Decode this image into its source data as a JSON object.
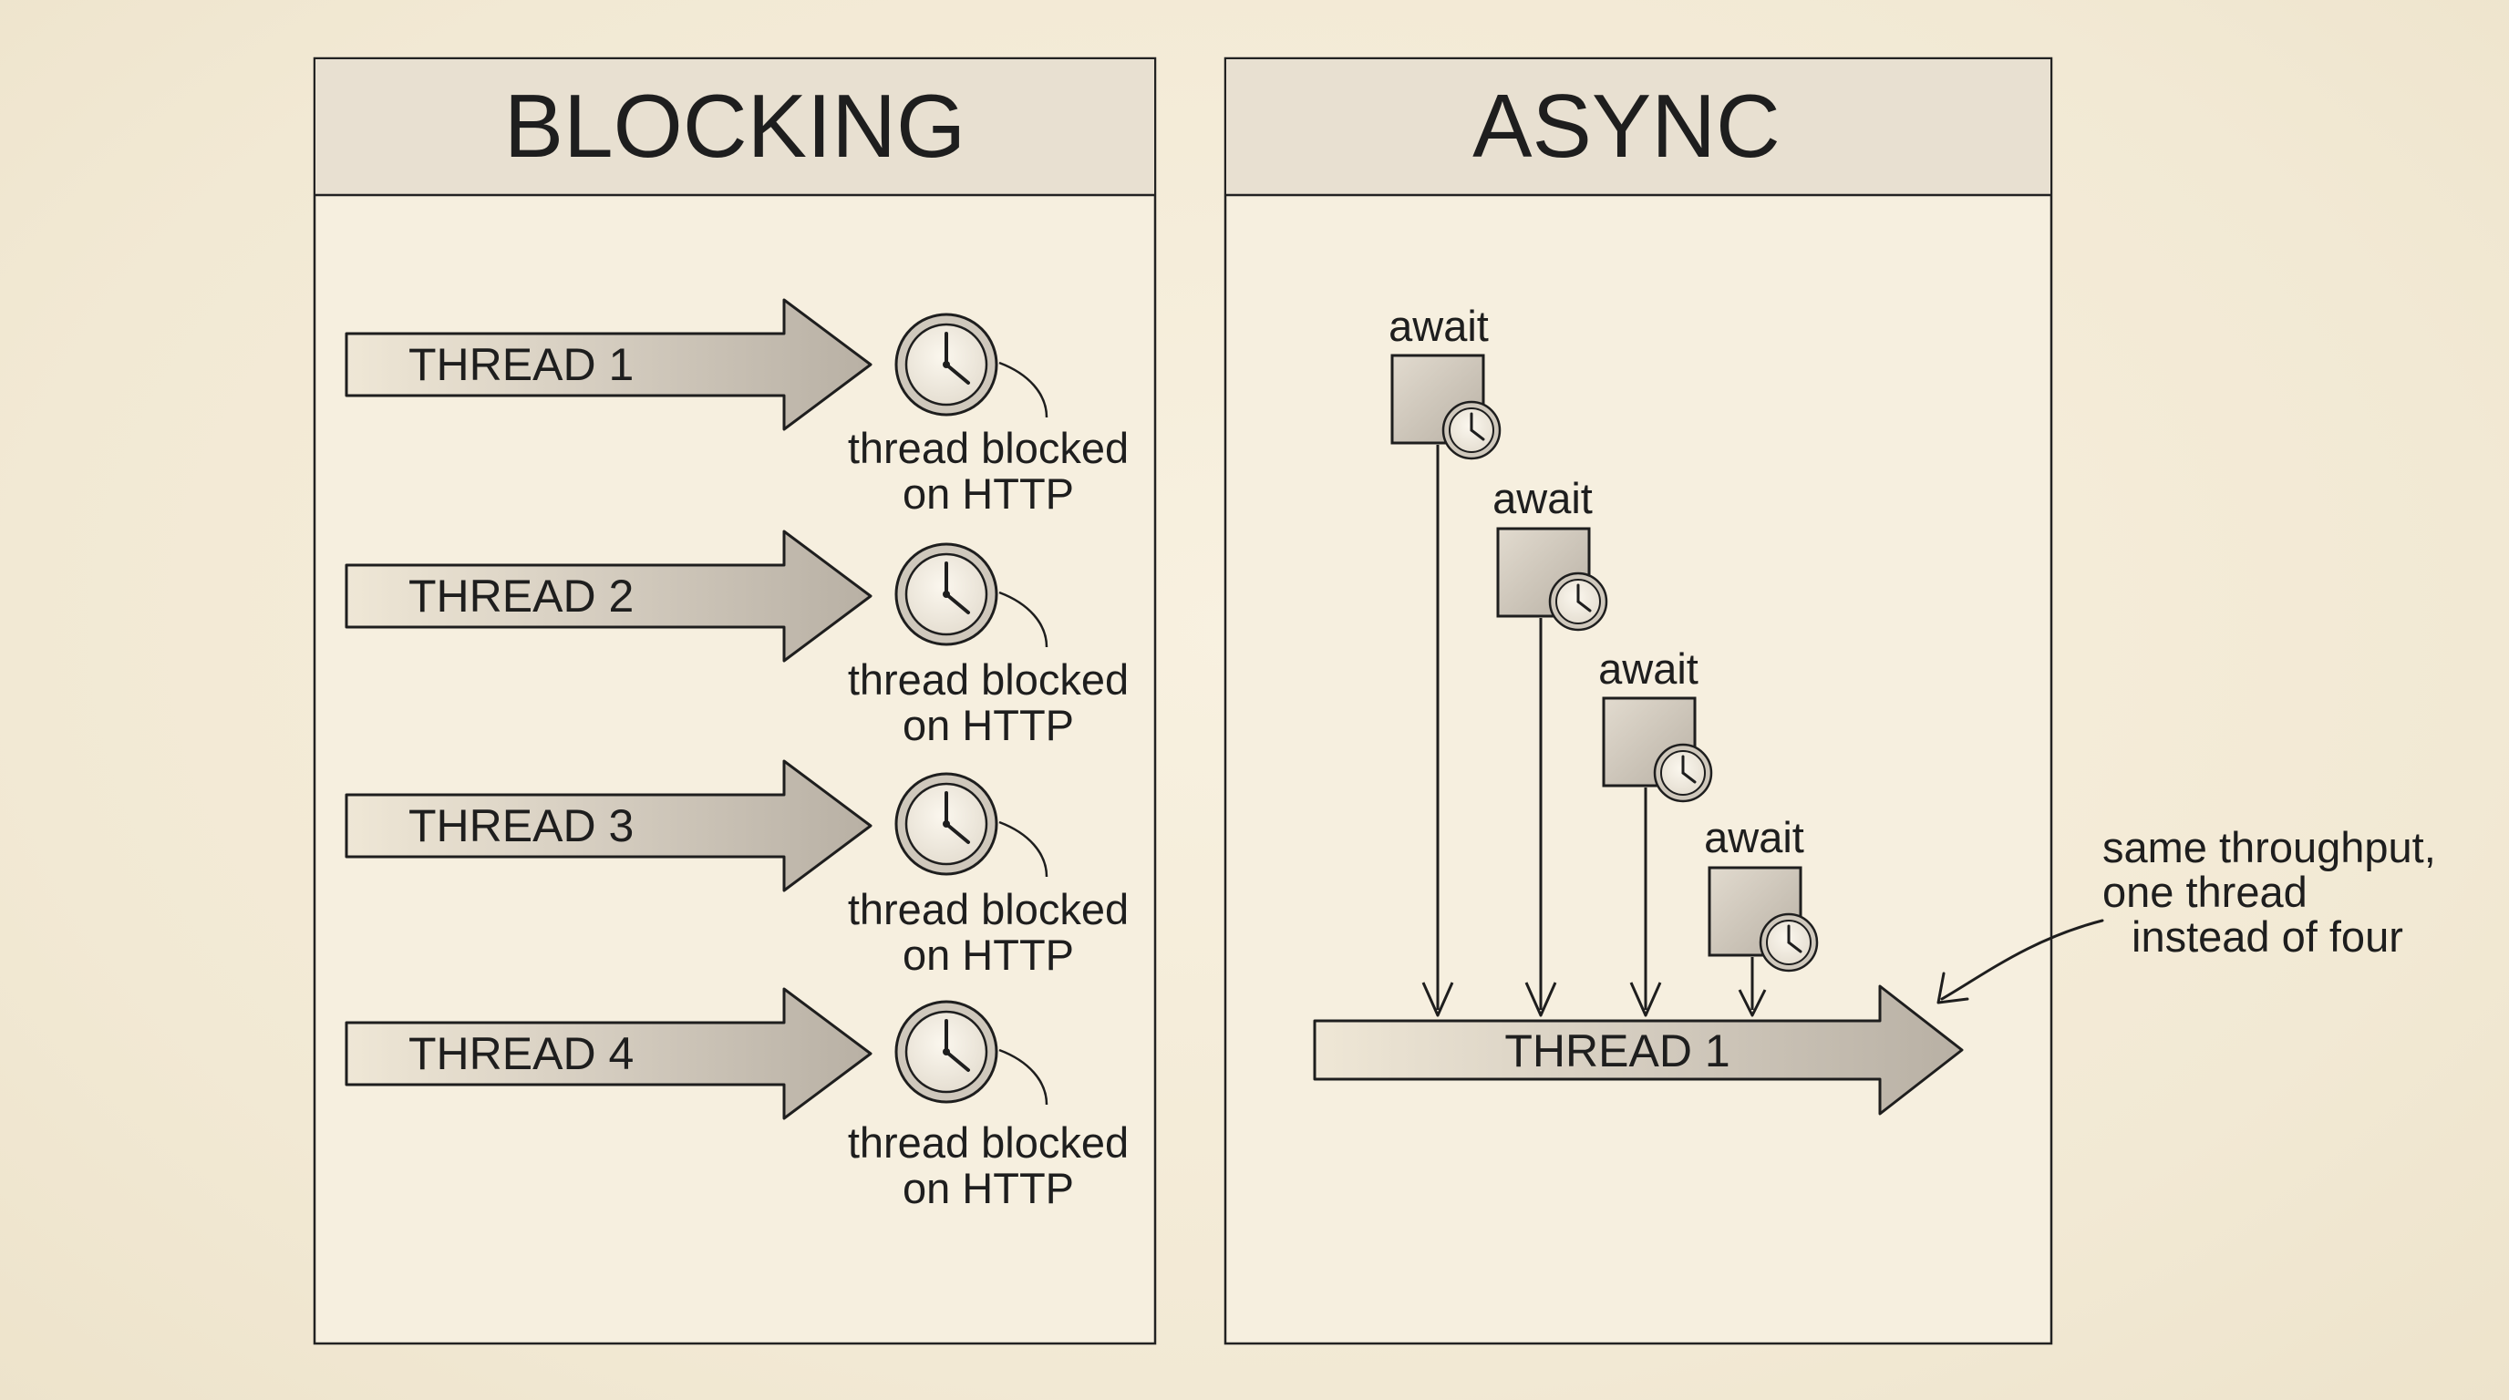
{
  "panels": {
    "blocking": {
      "title": "BLOCKING",
      "threads": [
        {
          "label": "THREAD 1",
          "note_line1": "thread blocked",
          "note_line2": "on HTTP"
        },
        {
          "label": "THREAD 2",
          "note_line1": "thread blocked",
          "note_line2": "on HTTP"
        },
        {
          "label": "THREAD 3",
          "note_line1": "thread blocked",
          "note_line2": "on HTTP"
        },
        {
          "label": "THREAD 4",
          "note_line1": "thread blocked",
          "note_line2": "on HTTP"
        }
      ]
    },
    "async": {
      "title": "ASYNC",
      "awaits": [
        {
          "label": "await"
        },
        {
          "label": "await"
        },
        {
          "label": "await"
        },
        {
          "label": "await"
        }
      ],
      "thread_label": "THREAD 1"
    }
  },
  "annotation": {
    "line1": "same throughput,",
    "line2": "one thread",
    "line3": "instead of four"
  },
  "colors": {
    "background": "#f4ecd9",
    "ink": "#1e1e1e",
    "wash": "#bdb6aa",
    "header_wash": "#e6ded0"
  },
  "icons": {
    "blocked": "clock-icon",
    "await": "clock-icon"
  }
}
